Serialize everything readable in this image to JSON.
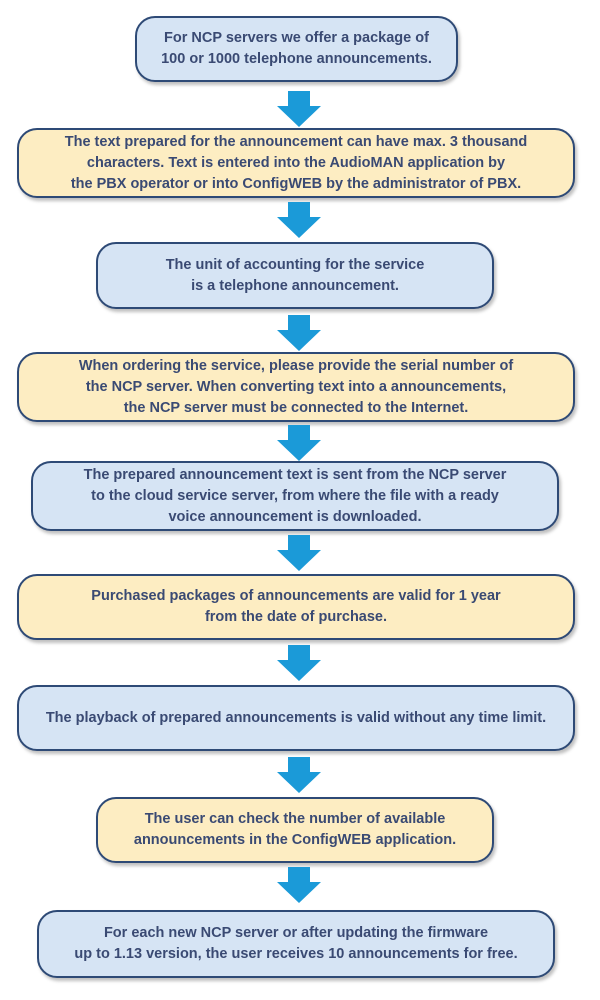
{
  "flow": {
    "steps": [
      {
        "text": "For NCP servers we offer a package of\n100 or 1000 telephone announcements.",
        "color": "blue"
      },
      {
        "text": "The text prepared for the announcement can have max. 3 thousand\ncharacters. Text is entered into the AudioMAN application by\nthe PBX operator or into ConfigWEB by the administrator of PBX.",
        "color": "yellow"
      },
      {
        "text": "The unit of accounting for the service\nis a telephone announcement.",
        "color": "blue"
      },
      {
        "text": "When ordering the service, please provide the serial number of\nthe NCP server. When converting text into a announcements,\nthe NCP server must be connected to the Internet.",
        "color": "yellow"
      },
      {
        "text": "The prepared announcement text is sent from the NCP server\nto the cloud service server, from where the file with a ready\nvoice announcement is downloaded.",
        "color": "blue"
      },
      {
        "text": "Purchased packages of announcements are valid for 1 year\nfrom the date of purchase.",
        "color": "yellow"
      },
      {
        "text": "The playback of prepared announcements is valid without any time limit.",
        "color": "blue"
      },
      {
        "text": "The user can check the number of available\nannouncements in the ConfigWEB application.",
        "color": "yellow"
      },
      {
        "text": "For each new NCP server or after updating the firmware\nup to 1.13 version, the user receives 10 announcements for free.",
        "color": "blue"
      }
    ],
    "colors": {
      "blue_fill": "#d6e4f4",
      "yellow_fill": "#fdedc2",
      "border": "#2e4a76",
      "text": "#3a4a73",
      "arrow": "#1b9ad8"
    }
  }
}
